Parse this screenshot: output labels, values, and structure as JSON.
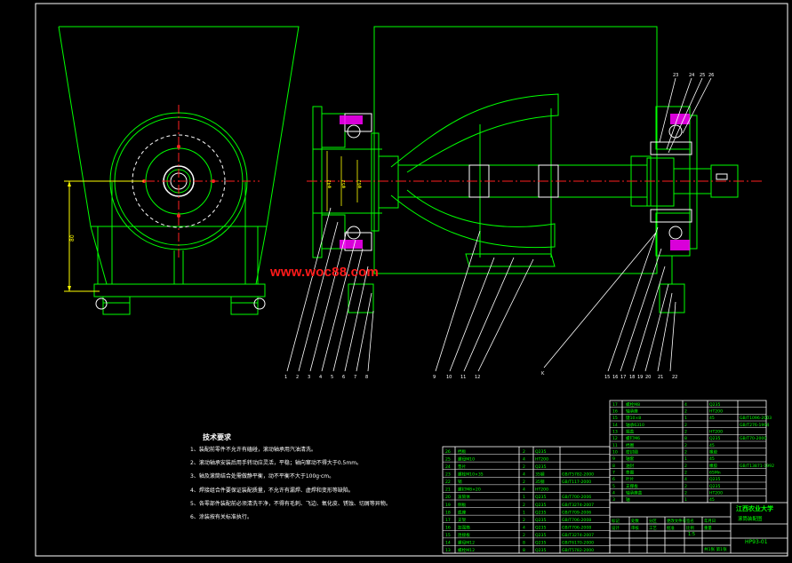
{
  "watermark": "www.woc88.com",
  "colors": {
    "background": "#000000",
    "green": "#00ff00",
    "white": "#ffffff",
    "yellow": "#ffff00",
    "magenta": "#ff00ff",
    "red": "#ff2020",
    "cyan": "#00ffff"
  },
  "tech_requirements": {
    "title": "技术要求",
    "items": [
      "1、装配前零件不允许有磕碰，滚动轴承用汽油清洗。",
      "2、滚动轴承安装后用手转动应灵活，平稳；轴向窜动不得大于0.5mm。",
      "3、轴及滚筒结合处需做静平衡，动不平衡不大于100g·cm。",
      "4、焊接组合件要保证装配质量，不允许有漏焊、虚焊和变形等缺陷。",
      "5、各零部件装配前必须清洗干净，不得有毛刺、飞边、氧化皮、锈蚀、切屑等异物。",
      "6、涂装按有关标准执行。"
    ]
  },
  "view_labels": {
    "dim_left": "80",
    "shaft_dims": [
      "φ42",
      "φ52",
      "φ62"
    ]
  },
  "balloons_left": [
    "1",
    "2",
    "3",
    "4",
    "5",
    "6",
    "7",
    "8"
  ],
  "balloons_mid": [
    "9",
    "10",
    "11",
    "12"
  ],
  "balloons_k": [
    "K"
  ],
  "balloons_right": [
    "15",
    "16",
    "17",
    "18",
    "19",
    "20",
    "21",
    "22"
  ],
  "balloons_top": [
    "23",
    "24",
    "25",
    "26"
  ],
  "bom_upper": [
    [
      "17",
      "螺栓M8",
      "4",
      "Q235",
      ""
    ],
    [
      "16",
      "轴承座",
      "2",
      "HT200",
      ""
    ],
    [
      "15",
      "键10×8",
      "1",
      "45",
      "GB/T1096-2003"
    ],
    [
      "14",
      "轴承6310",
      "2",
      "",
      "GB/T276-1994"
    ],
    [
      "13",
      "端盖",
      "2",
      "HT200",
      ""
    ],
    [
      "12",
      "螺钉M6",
      "8",
      "Q235",
      "GB/T70-2000"
    ],
    [
      "11",
      "挡圈",
      "2",
      "45",
      ""
    ],
    [
      "10",
      "密封圈",
      "2",
      "橡胶",
      ""
    ],
    [
      "9",
      "轴套",
      "1",
      "45",
      ""
    ],
    [
      "8",
      "油封",
      "2",
      "橡胶",
      "GB/T13871-1992"
    ],
    [
      "7",
      "垫圈",
      "2",
      "65Mn",
      ""
    ],
    [
      "6",
      "叶片",
      "4",
      "Q235",
      ""
    ],
    [
      "5",
      "支撑板",
      "2",
      "Q235",
      ""
    ],
    [
      "4",
      "轴承座盖",
      "2",
      "HT200",
      ""
    ],
    [
      "3",
      "轴",
      "1",
      "45",
      ""
    ]
  ],
  "bom_lower": [
    [
      "26",
      "挡板",
      "2",
      "Q235",
      ""
    ],
    [
      "25",
      "螺母M10",
      "4",
      "HT200",
      ""
    ],
    [
      "24",
      "垫片",
      "2",
      "Q235",
      ""
    ],
    [
      "23",
      "螺栓M10×35",
      "4",
      "35钢",
      "GB/T5782-2000"
    ],
    [
      "22",
      "销",
      "2",
      "35钢",
      "GB/T117-2000"
    ],
    [
      "21",
      "螺钉M8×20",
      "4",
      "HT200",
      ""
    ],
    [
      "20",
      "滚筒体",
      "1",
      "Q235",
      "GB/T700-2006"
    ],
    [
      "19",
      "侧板",
      "2",
      "Q235",
      "GB/T3274-2007"
    ],
    [
      "18",
      "底座",
      "1",
      "Q235",
      "GB/T709-2006"
    ],
    [
      "17",
      "支架",
      "2",
      "Q235",
      "GB/T706-2008"
    ],
    [
      "16",
      "加强筋",
      "4",
      "Q235",
      "GB/T706-2008"
    ],
    [
      "15",
      "连接板",
      "2",
      "Q235",
      "GB/T3274-2007"
    ],
    [
      "14",
      "螺母M12",
      "8",
      "Q235",
      "GB/T6170-2000"
    ],
    [
      "13",
      "螺栓M12",
      "8",
      "Q235",
      "GB/T5782-2000"
    ]
  ],
  "title_block": {
    "school": "江西农业大学",
    "drawing_name": "滚筒装配图",
    "drawing_no": "HP93-01",
    "scale": "1:5",
    "sheet": "共1张 第1张",
    "cells": [
      "标记",
      "处数",
      "分区",
      "更改文件号",
      "签名",
      "年月日",
      "设计",
      "审核",
      "工艺",
      "批准",
      "比例",
      "重量"
    ]
  }
}
